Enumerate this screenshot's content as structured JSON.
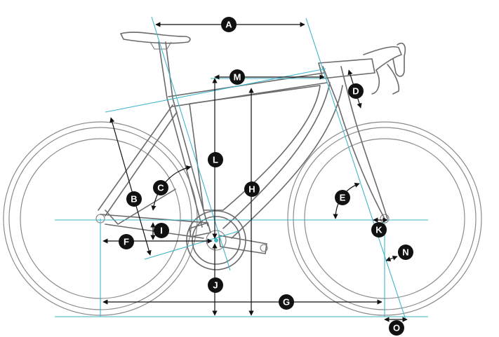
{
  "diagram": {
    "labels": {
      "A": "A",
      "B": "B",
      "C": "C",
      "D": "D",
      "E": "E",
      "F": "F",
      "G": "G",
      "H": "H",
      "I": "I",
      "J": "J",
      "K": "K",
      "L": "L",
      "M": "M",
      "N": "N",
      "O": "O"
    },
    "colors": {
      "guide_line": "#3fb6c9",
      "dimension_line": "#111111",
      "frame": "#6b6b6b",
      "badge_fill": "#111111",
      "badge_text": "#ffffff"
    }
  }
}
